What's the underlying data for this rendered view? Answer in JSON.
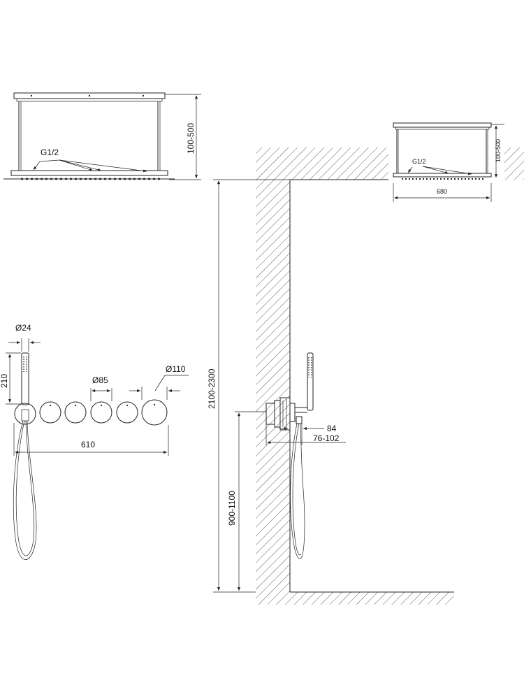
{
  "drawing": {
    "top_left_view": {
      "height_range": "100-500",
      "connection": "G1/2"
    },
    "top_right_view": {
      "height_range": "100-500",
      "connection": "G1/2",
      "width": "680"
    },
    "front_view": {
      "hand_shower_diameter": "Ø24",
      "hand_shower_length": "210",
      "small_knob_diameter": "Ø85",
      "large_knob_diameter": "Ø110",
      "total_width": "610"
    },
    "side_view": {
      "shower_height": "2100-2300",
      "mixer_height": "900-1100",
      "projection": "84",
      "wall_depth": "76-102"
    }
  }
}
